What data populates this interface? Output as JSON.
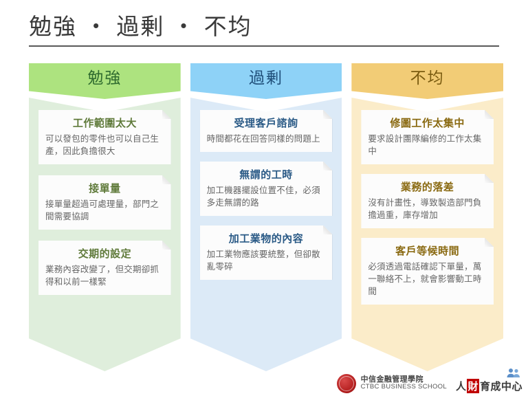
{
  "slide": {
    "title": "勉強 ・ 過剰 ・ 不均"
  },
  "columns": [
    {
      "key": "benkyo",
      "header": "勉強",
      "header_color": "#ade37f",
      "body_color": "#dfeedc",
      "title_color": "#5f7a3a",
      "cards": [
        {
          "title": "工作範圍太大",
          "body": "可以發包的零件也可以自己生產，因此負擔很大"
        },
        {
          "title": "接單量",
          "body": "接單量超過可處理量，部門之間需要協調"
        },
        {
          "title": "交期的設定",
          "body": "業務內容改變了，但交期卻抓得和以前一樣緊"
        }
      ]
    },
    {
      "key": "kajo",
      "header": "過剰",
      "header_color": "#8ed2f7",
      "body_color": "#dceaf7",
      "title_color": "#2a5a86",
      "cards": [
        {
          "title": "受理客戶諮詢",
          "body": "時間都花在回答同樣的問題上"
        },
        {
          "title": "無謂的工時",
          "body": "加工機器擺設位置不佳，必須多走無謂的路"
        },
        {
          "title": "加工業物的內容",
          "body": "加工業物應該要統整，但卻散亂零碎"
        }
      ]
    },
    {
      "key": "fukin",
      "header": "不均",
      "header_color": "#f2cc76",
      "body_color": "#fbecc9",
      "title_color": "#8a6a12",
      "cards": [
        {
          "title": "修圖工作太集中",
          "body": "要求設計團隊編修的工作太集中"
        },
        {
          "title": "業務的落差",
          "body": "沒有計畫性，導致製造部門負擔過重，庫存增加"
        },
        {
          "title": "客戶等候時間",
          "body": "必須透過電話確認下單量，萬一聯絡不上，就會影響動工時間"
        }
      ]
    }
  ],
  "footer": {
    "org_cn": "中信金融管理學院",
    "org_en": "CTBC BUSINESS SCHOOL",
    "hr_center": {
      "part1": "人",
      "highlight": "財",
      "part2": "育成中心"
    }
  }
}
